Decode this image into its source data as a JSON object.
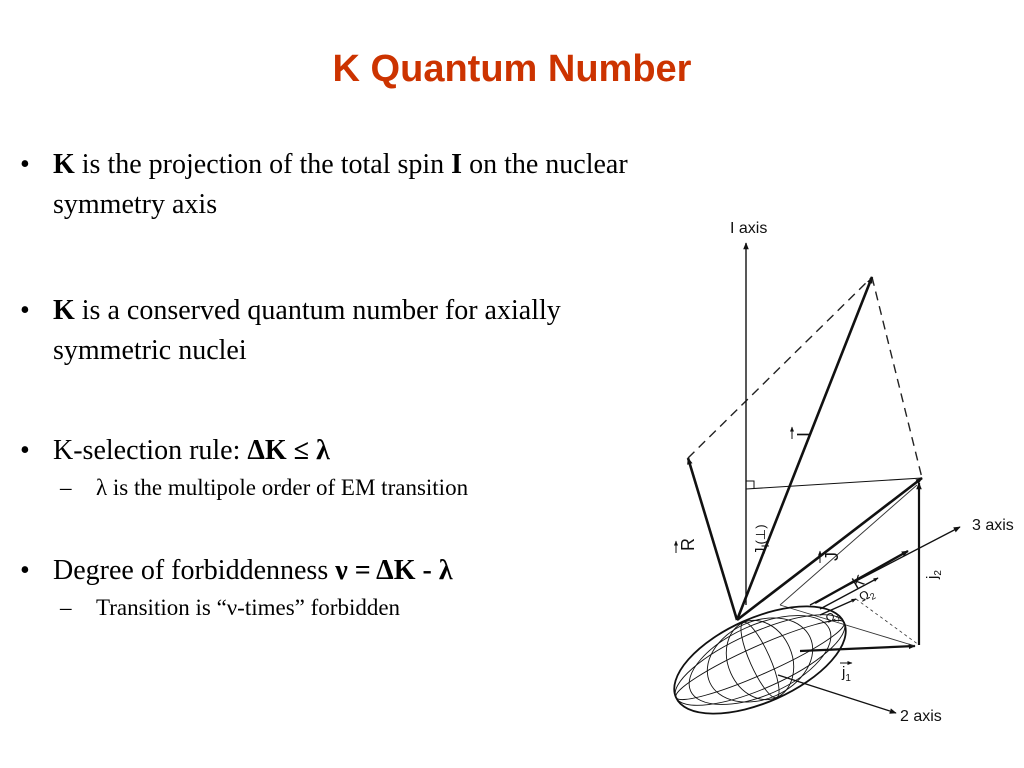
{
  "slide": {
    "title": "K Quantum Number",
    "title_color": "#cc3300",
    "bullets": [
      {
        "lead": "K",
        "text_a": " is the projection of the total spin ",
        "mid": "I",
        "text_b": " on the nuclear symmetry axis"
      },
      {
        "lead": "K",
        "text_a": " is a conserved quantum number for axially symmetric nuclei"
      },
      {
        "text": "K-selection rule:  ",
        "formula": "ΔK ≤ λ",
        "sub": "λ is the multipole order of EM transition"
      },
      {
        "text": "Degree of forbiddenness ",
        "formula": "ν = ΔK - λ",
        "sub": "Transition is “ν-times” forbidden"
      }
    ]
  },
  "diagram": {
    "labels": {
      "i_axis": "I axis",
      "axis3": "3 axis",
      "axis2": "2 axis",
      "I": "I",
      "R": "R",
      "J": "J",
      "JI": "J",
      "JI_sub": "I",
      "JI_perp": "(⊥)",
      "K": "K",
      "omega2": "Ω",
      "omega2_sub": "2",
      "omega1": "Ω",
      "omega1_sub": "1",
      "j2": "j",
      "j2_sub": "2",
      "j1": "j",
      "j1_sub": "1"
    }
  }
}
